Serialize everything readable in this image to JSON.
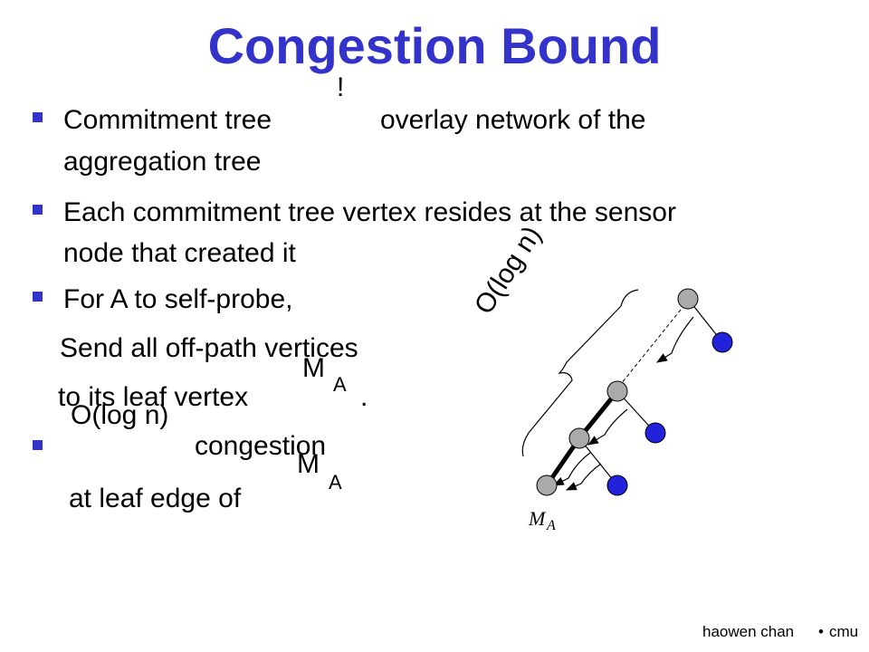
{
  "slide": {
    "title": "Congestion Bound",
    "bullets": [
      {
        "line1_a": "Commitment tree",
        "symbol": "!",
        "line1_b": "overlay network of the",
        "line2": "aggregation tree"
      },
      {
        "line1": "Each commitment tree vertex resides at the sensor",
        "line2": "node that created it"
      },
      {
        "line1": "For A to self-probe,",
        "sub_line1": "Send all off-path vertices",
        "sub_line2_a": "to its leaf vertex",
        "sub_line2_period": ".",
        "sub_m": "M",
        "sub_m_index": "A"
      },
      {
        "bound": "O(log n)",
        "line1": "congestion",
        "line2": "at leaf edge of",
        "m": "M",
        "m_index": "A"
      }
    ],
    "diagram": {
      "brace_label": "O(log n)",
      "leaf_label_m": "M",
      "leaf_label_index": "A"
    },
    "footer": {
      "left": "haowen chan",
      "sep": "•",
      "right": "cmu"
    },
    "colors": {
      "title": "#3333cc",
      "bullet": "#3333cc",
      "tree_node": "#aaaaaa",
      "leaf_node": "#2222dd"
    }
  }
}
